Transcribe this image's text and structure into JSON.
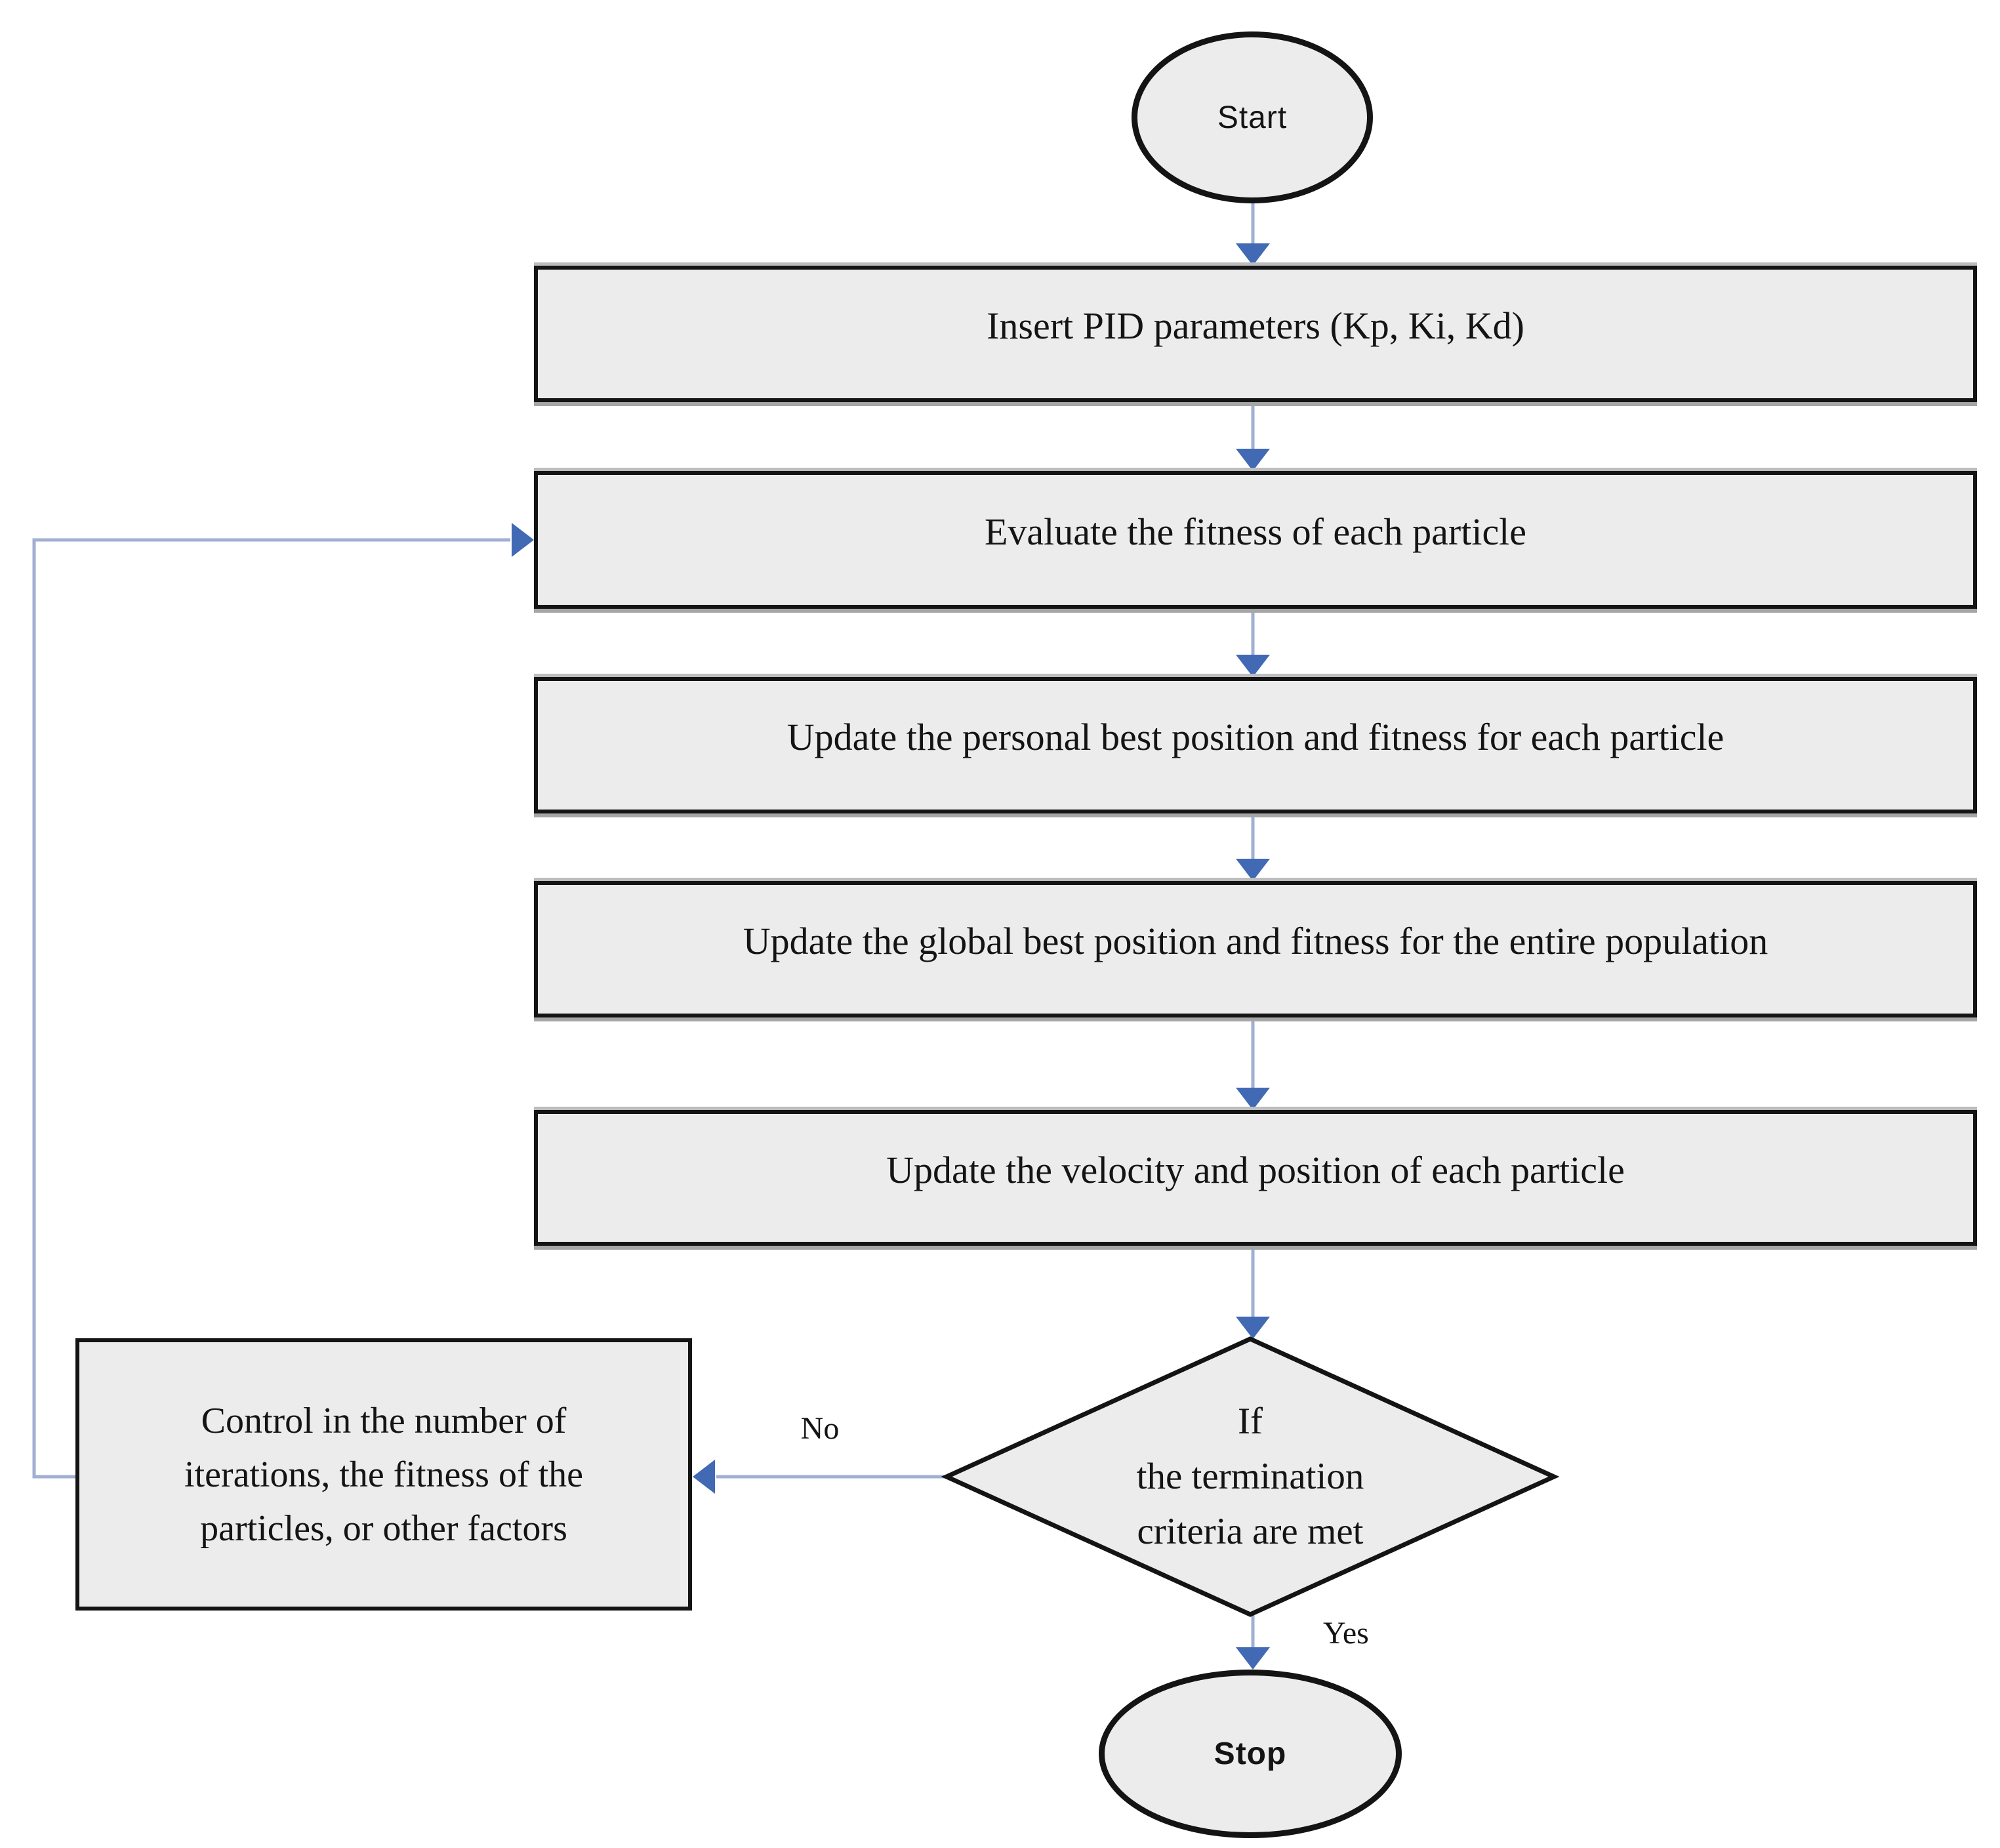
{
  "diagram": {
    "nodes": {
      "start": {
        "label": "Start"
      },
      "insert_pid": {
        "label": "Insert PID parameters (Kp, Ki, Kd)"
      },
      "evaluate_fitness": {
        "label": "Evaluate the fitness of each particle"
      },
      "update_personal_best": {
        "label": "Update the personal best position and fitness for each particle"
      },
      "update_global_best": {
        "label": "Update the global best position and fitness for the entire population"
      },
      "update_velocity": {
        "label": "Update the velocity and position of each particle"
      },
      "termination_decision": {
        "lines": [
          "If",
          "the termination",
          "criteria are met"
        ]
      },
      "control_factors": {
        "lines": [
          "Control in the number of",
          "iterations, the fitness of the",
          "particles, or other factors"
        ]
      },
      "stop": {
        "label": "Stop"
      }
    },
    "edge_labels": {
      "no": "No",
      "yes": "Yes"
    },
    "colors": {
      "shape_fill": "#ececec",
      "shape_border": "#141414",
      "connector_line": "#a0afd2",
      "arrowhead": "#4169b4",
      "text": "#141414"
    }
  }
}
